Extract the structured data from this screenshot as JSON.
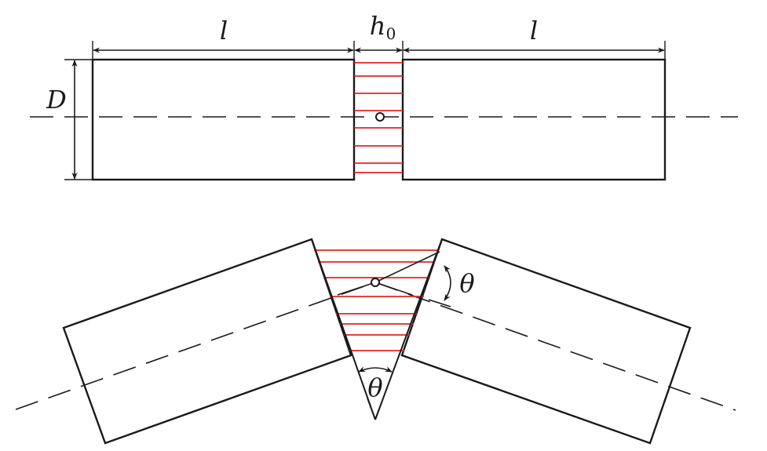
{
  "labels": {
    "length_left": "l",
    "length_right": "l",
    "gap_h": "h",
    "gap_sub": "0",
    "diameter": "D",
    "angle_right": "θ",
    "angle_bottom": "θ"
  },
  "colors": {
    "outline": "#1a1a1a",
    "spring_lines": "#e0262a"
  }
}
